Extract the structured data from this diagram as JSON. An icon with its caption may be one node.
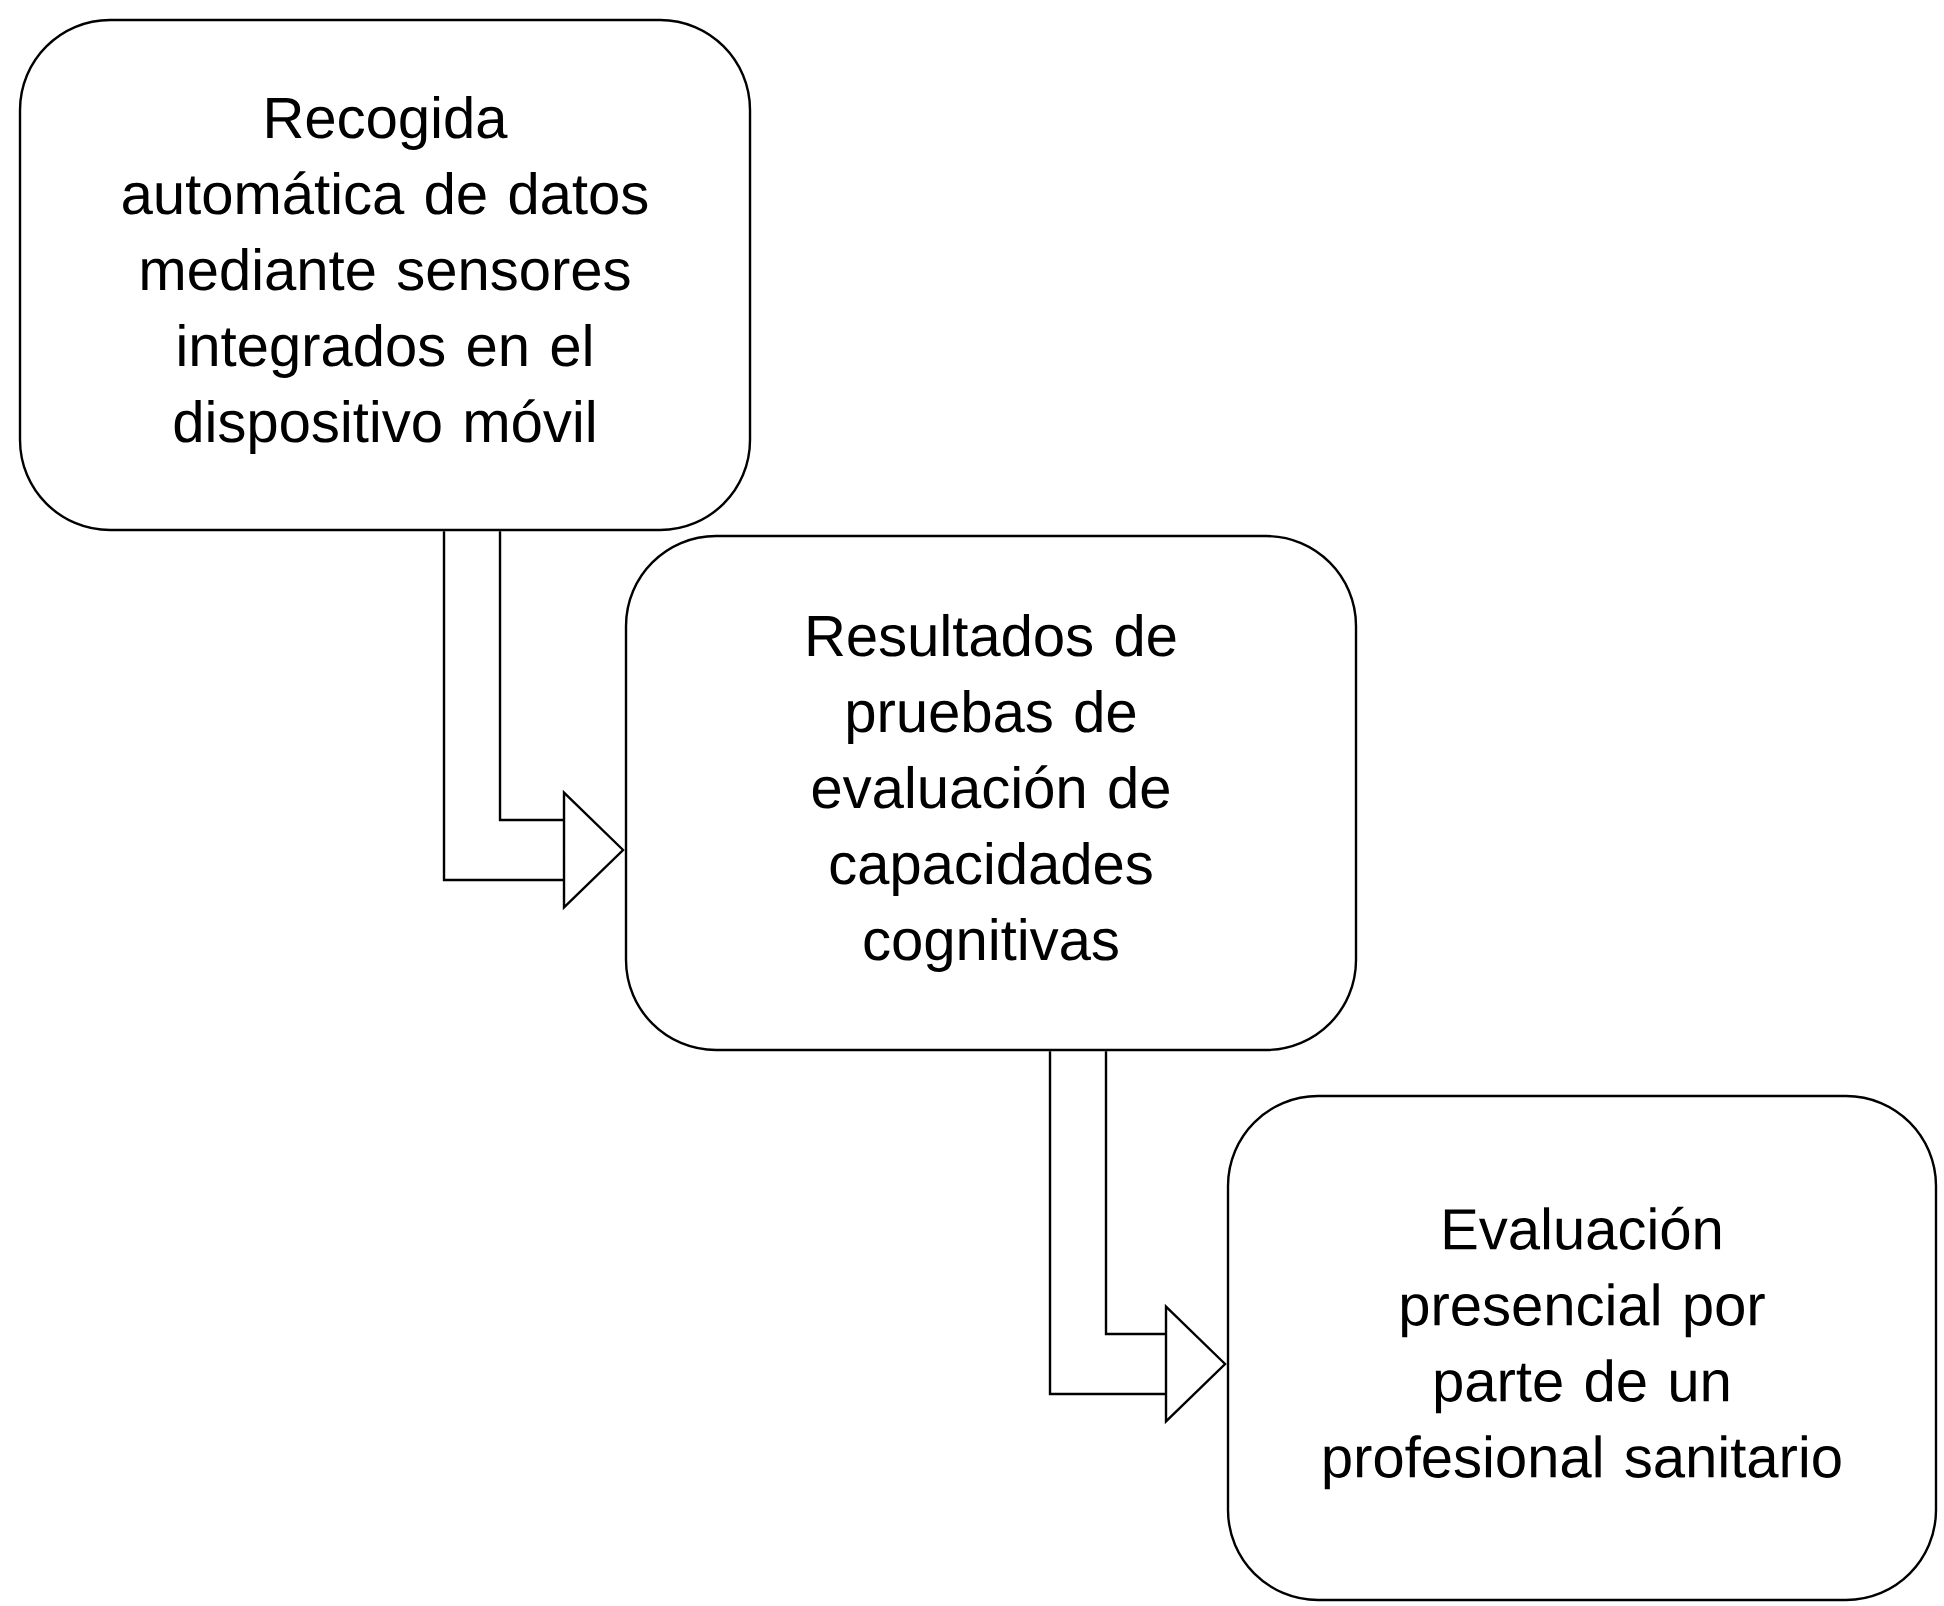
{
  "diagram": {
    "nodes": [
      {
        "text": [
          "Recogida automática de datos mediante sensores integrados en el dispositivo móvil"
        ]
      },
      {
        "text": [
          "Resultados de pruebas de evaluación de capacidades cognitivas"
        ]
      },
      {
        "text": [
          "Evaluación presencial por parte de un profesional sanitario"
        ]
      }
    ],
    "edges": [
      {
        "from": 0,
        "to": 1,
        "arrow": "to"
      },
      {
        "from": 1,
        "to": 2,
        "arrow": "to"
      }
    ]
  }
}
